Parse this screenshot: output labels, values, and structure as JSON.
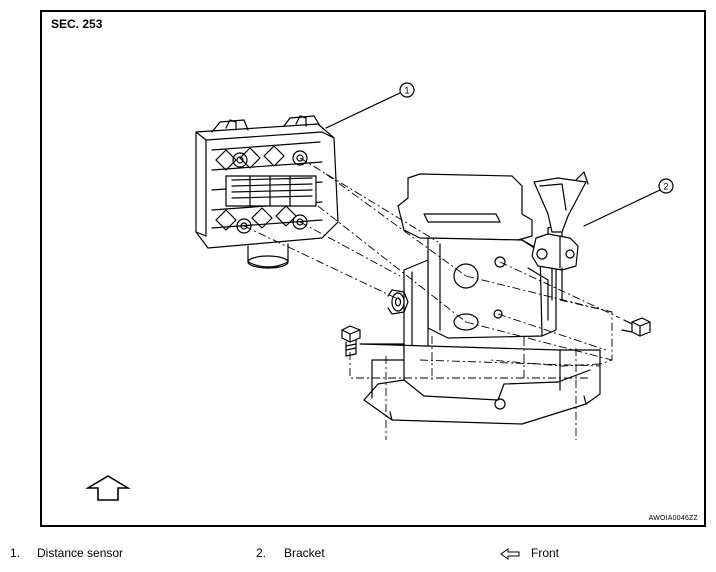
{
  "diagram": {
    "section_label": "SEC. 253",
    "figure_code": "AWOIA0046ZZ",
    "callouts": [
      "1",
      "2"
    ]
  },
  "legend": [
    {
      "number": "1.",
      "label": "Distance sensor"
    },
    {
      "number": "2.",
      "label": "Bracket"
    },
    {
      "symbol": "front-arrow-icon",
      "label": "Front"
    }
  ]
}
